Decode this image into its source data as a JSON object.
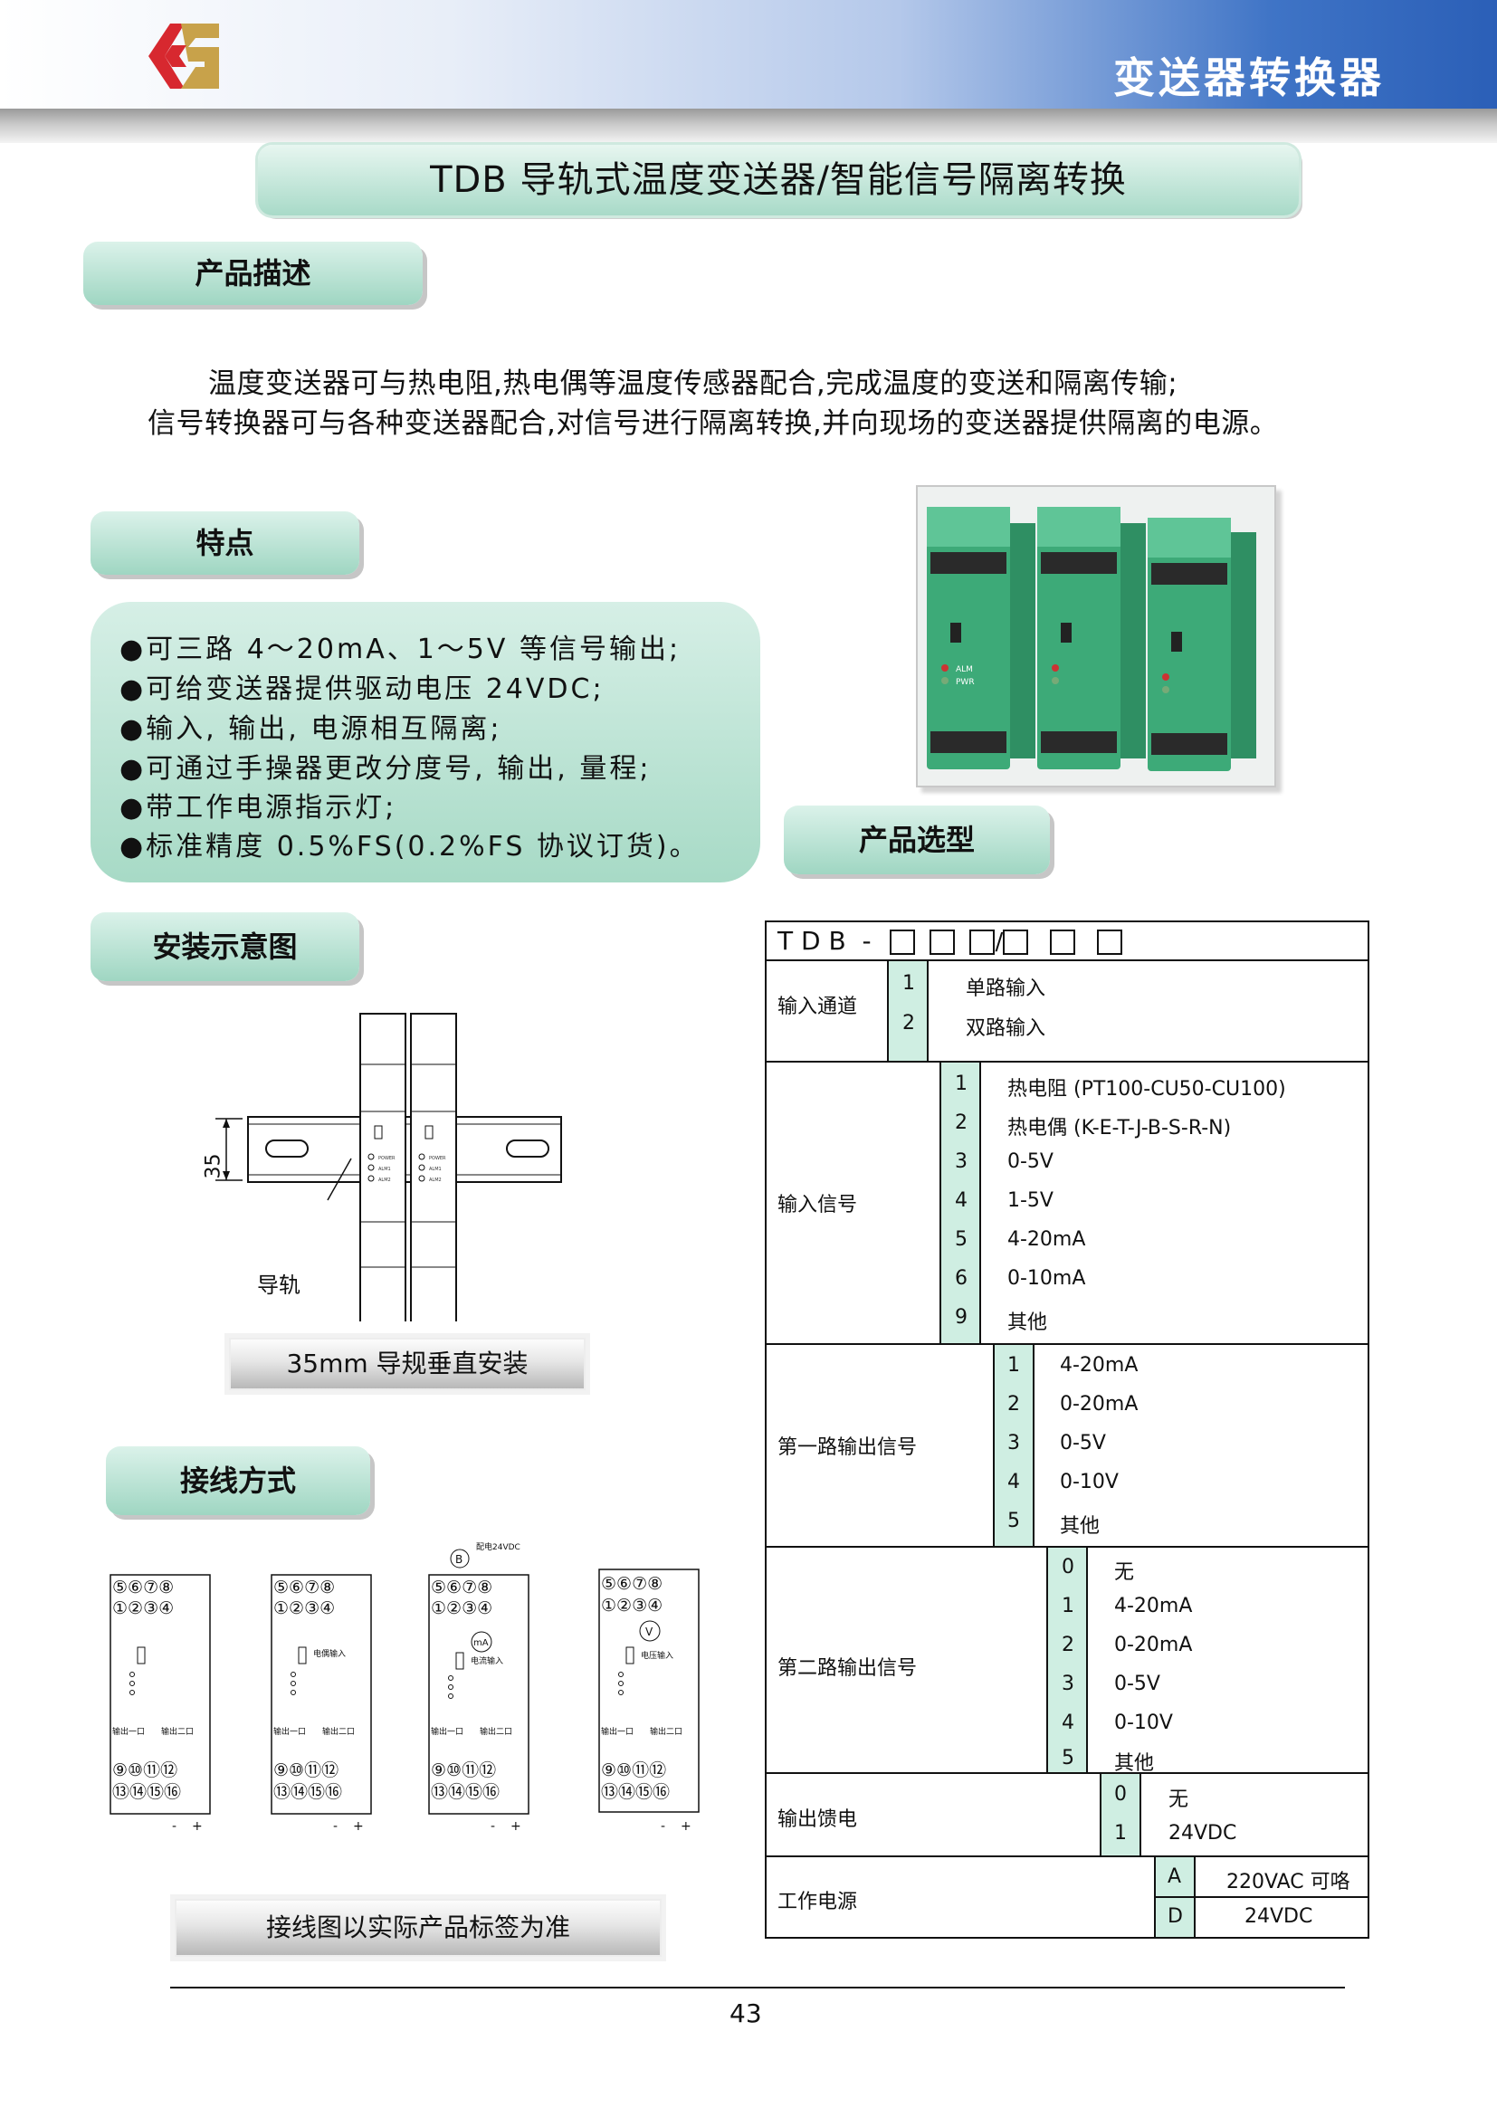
{
  "header": {
    "section_title": "变送器转换器"
  },
  "document_title": "TDB 导轨式温度变送器/智能信号隔离转换",
  "sections": {
    "description": {
      "heading": "产品描述",
      "lines": [
        "温度变送器可与热电阻,热电偶等温度传感器配合,完成温度的变送和隔离传输;",
        "信号转换器可与各种变送器配合,对信号进行隔离转换,并向现场的变送器提供隔离的电源。"
      ]
    },
    "features": {
      "heading": "特点",
      "items": [
        "●可三路 4～20mA、1～5V 等信号输出;",
        "●可给变送器提供驱动电压 24VDC;",
        "●输入, 输出, 电源相互隔离;",
        "●可通过手操器更改分度号, 输出, 量程;",
        "●带工作电源指示灯;",
        "●标准精度 0.5%FS(0.2%FS 协议订货)。"
      ]
    },
    "installation": {
      "heading": "安装示意图",
      "dimension": "35",
      "rail_label": "导轨",
      "caption": "35mm 导规垂直安装",
      "led_labels": [
        "POWER",
        "ALM1",
        "ALM2"
      ]
    },
    "wiring": {
      "heading": "接线方式",
      "caption": "接线图以实际产品标签为准",
      "top_terminals": [
        "⑤⑥⑦⑧",
        "①②③④"
      ],
      "bottom_terminals": [
        "⑨⑩⑪⑫",
        "⑬⑭⑮⑯"
      ],
      "source_label": "配电24VDC",
      "input_labels": [
        "电偶输入",
        "电流输入",
        "电压输入"
      ],
      "output_labels": [
        "输出一口",
        "输出二口"
      ],
      "meters": [
        "B",
        "mA",
        "V"
      ],
      "polarity": [
        "+",
        "-"
      ]
    },
    "selection": {
      "heading": "产品选型",
      "model_code": "T D B  -",
      "groups": [
        {
          "label": "输入通道",
          "options": [
            {
              "code": "1",
              "text": "单路输入"
            },
            {
              "code": "2",
              "text": "双路输入"
            }
          ]
        },
        {
          "label": "输入信号",
          "options": [
            {
              "code": "1",
              "text": "热电阻 (PT100-CU50-CU100)"
            },
            {
              "code": "2",
              "text": "热电偶 (K-E-T-J-B-S-R-N)"
            },
            {
              "code": "3",
              "text": "0-5V"
            },
            {
              "code": "4",
              "text": "1-5V"
            },
            {
              "code": "5",
              "text": "4-20mA"
            },
            {
              "code": "6",
              "text": "0-10mA"
            },
            {
              "code": "9",
              "text": "其他"
            }
          ]
        },
        {
          "label": "第一路输出信号",
          "options": [
            {
              "code": "1",
              "text": "4-20mA"
            },
            {
              "code": "2",
              "text": "0-20mA"
            },
            {
              "code": "3",
              "text": "0-5V"
            },
            {
              "code": "4",
              "text": "0-10V"
            },
            {
              "code": "5",
              "text": "其他"
            }
          ]
        },
        {
          "label": "第二路输出信号",
          "options": [
            {
              "code": "0",
              "text": "无"
            },
            {
              "code": "1",
              "text": "4-20mA"
            },
            {
              "code": "2",
              "text": "0-20mA"
            },
            {
              "code": "3",
              "text": "0-5V"
            },
            {
              "code": "4",
              "text": "0-10V"
            },
            {
              "code": "5",
              "text": "其他"
            }
          ]
        },
        {
          "label": "输出馈电",
          "options": [
            {
              "code": "0",
              "text": "无"
            },
            {
              "code": "1",
              "text": "24VDC"
            }
          ]
        },
        {
          "label": "工作电源",
          "options": [
            {
              "code": "A",
              "text": "220VAC 可咯"
            },
            {
              "code": "D",
              "text": "24VDC"
            }
          ]
        }
      ]
    }
  },
  "photo": {
    "led_labels": [
      "ALM",
      "PWR"
    ]
  },
  "page_number": "43",
  "colors": {
    "accent_green": "#a8dac8",
    "header_blue": "#2b5fb7",
    "logo_red": "#d7282f",
    "logo_gold": "#c8a24a"
  }
}
